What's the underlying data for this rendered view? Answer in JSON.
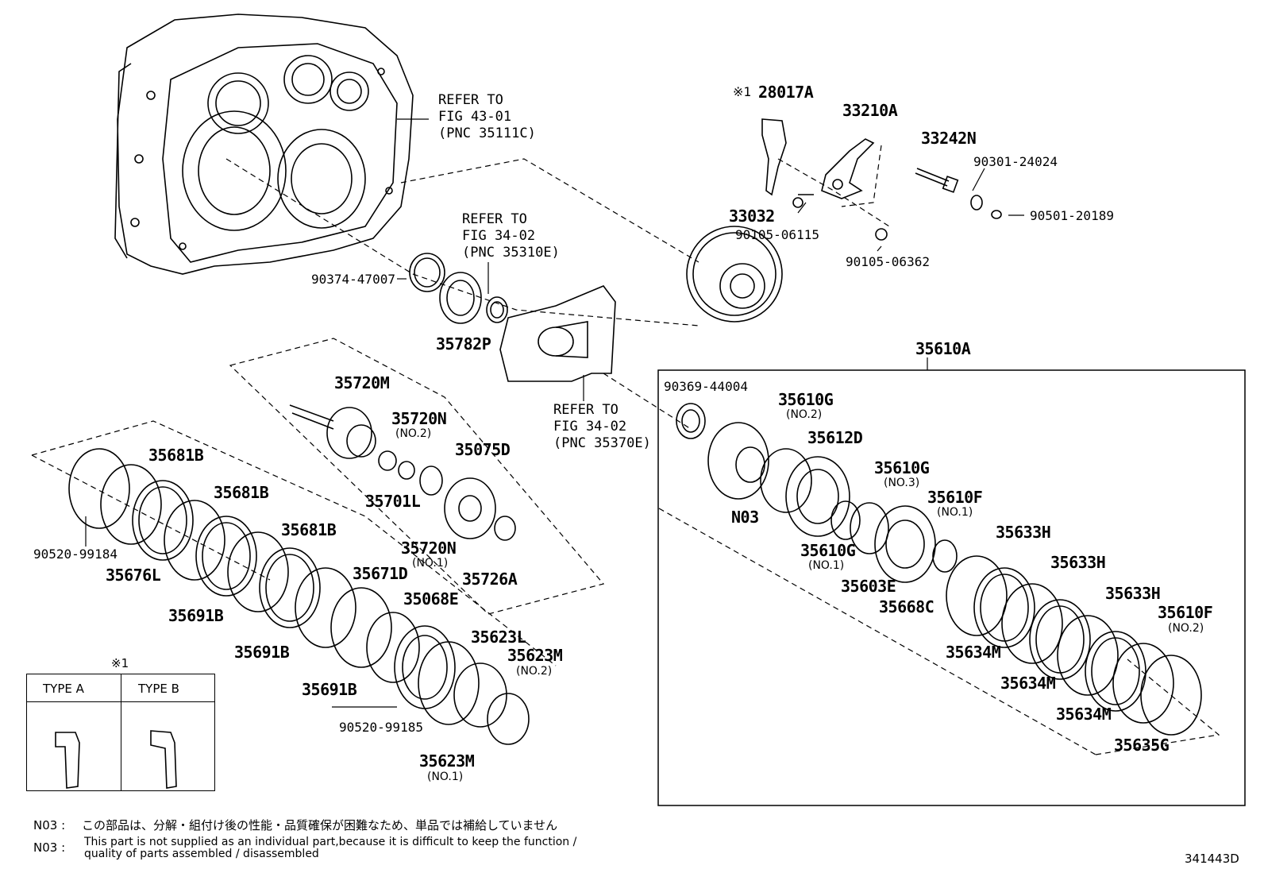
{
  "labels": {
    "p28017A": "28017A",
    "p28017A_mark": "※1",
    "p33210A": "33210A",
    "p33242N": "33242N",
    "p90301_24024": "90301-24024",
    "p90501_20189": "90501-20189",
    "p90105_06115": "90105-06115",
    "p90105_06362": "90105-06362",
    "p33032": "33032",
    "p90374_47007": "90374-47007",
    "p35782P": "35782P",
    "p35720M": "35720M",
    "p35720N_a": "35720N",
    "p35720N_a_sub": "(NO.2)",
    "p35075D": "35075D",
    "p35701L": "35701L",
    "p35720N_b": "35720N",
    "p35720N_b_sub": "(NO.1)",
    "p35726A": "35726A",
    "p35610A": "35610A",
    "p90369_44004": "90369-44004",
    "p35610G_a": "35610G",
    "p35610G_a_sub": "(NO.2)",
    "p35612D": "35612D",
    "p35610G_b": "35610G",
    "p35610G_b_sub": "(NO.3)",
    "p35610F_a": "35610F",
    "p35610F_a_sub": "(NO.1)",
    "pN03": "N03",
    "p35610G_c": "35610G",
    "p35610G_c_sub": "(NO.1)",
    "p35603E": "35603E",
    "p35668C": "35668C",
    "p35633H_a": "35633H",
    "p35633H_b": "35633H",
    "p35633H_c": "35633H",
    "p35610F_b": "35610F",
    "p35610F_b_sub": "(NO.2)",
    "p35634M_a": "35634M",
    "p35634M_b": "35634M",
    "p35634M_c": "35634M",
    "p35635G": "35635G",
    "p35681B_a": "35681B",
    "p35681B_b": "35681B",
    "p35681B_c": "35681B",
    "p90520_99184": "90520-99184",
    "p35676L": "35676L",
    "p35691B_a": "35691B",
    "p35691B_b": "35691B",
    "p35691B_c": "35691B",
    "p35671D": "35671D",
    "p35068E": "35068E",
    "p35623L": "35623L",
    "p35623M_a": "35623M",
    "p35623M_a_sub": "(NO.2)",
    "p90520_99185": "90520-99185",
    "p35623M_b": "35623M",
    "p35623M_b_sub": "(NO.1)"
  },
  "refs": {
    "r1": "REFER TO\nFIG 43-01\n(PNC 35111C)",
    "r2": "REFER TO\nFIG 34-02\n(PNC 35310E)",
    "r3": "REFER TO\nFIG 34-02\n(PNC 35370E)"
  },
  "legend": {
    "mark": "※1",
    "type_a": "TYPE A",
    "type_b": "TYPE B"
  },
  "notes": {
    "n1_code": "N03 :",
    "n1_text": "この部品は、分解・組付け後の性能・品質確保が困難なため、単品では補給していません",
    "n2_code": "N03 :",
    "n2_text": "This part is not supplied as an individual part,because it is difficult to keep the function /\nquality of parts assembled / disassembled"
  },
  "figure_id": "341443D"
}
